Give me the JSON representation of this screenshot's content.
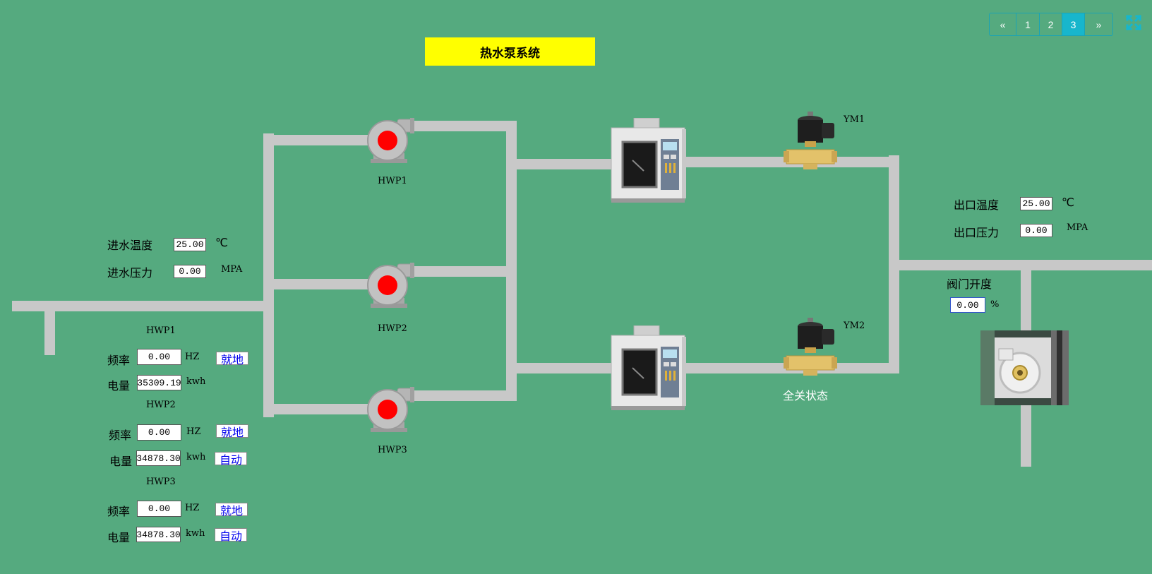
{
  "title": "热水泵系统",
  "pager": {
    "prev": "«",
    "pages": [
      "1",
      "2",
      "3"
    ],
    "active": "3",
    "next": "»"
  },
  "inlet": {
    "temp_label": "进水温度",
    "temp_value": "25.00",
    "temp_unit": "℃",
    "pressure_label": "进水压力",
    "pressure_value": "0.00",
    "pressure_unit": "MPA"
  },
  "outlet": {
    "temp_label": "出口温度",
    "temp_value": "25.00",
    "temp_unit": "℃",
    "pressure_label": "出口压力",
    "pressure_value": "0.00",
    "pressure_unit": "MPA"
  },
  "valve": {
    "label": "阀门开度",
    "value": "0.00",
    "unit": "%"
  },
  "pumps_diagram": [
    "HWP1",
    "HWP2",
    "HWP3"
  ],
  "solenoids": [
    "YM1",
    "YM2"
  ],
  "solenoid_status": "全关状态",
  "pump_panels": [
    {
      "name": "HWP1",
      "freq_label": "频率",
      "freq_value": "0.00",
      "freq_unit": "HZ",
      "freq_mode": "就地",
      "energy_label": "电量",
      "energy_value": "35309.19",
      "energy_unit": "kwh",
      "energy_mode": ""
    },
    {
      "name": "HWP2",
      "freq_label": "频率",
      "freq_value": "0.00",
      "freq_unit": "HZ",
      "freq_mode": "就地",
      "energy_label": "电量",
      "energy_value": "34878.30",
      "energy_unit": "kwh",
      "energy_mode": "自动"
    },
    {
      "name": "HWP3",
      "freq_label": "频率",
      "freq_value": "0.00",
      "freq_unit": "HZ",
      "freq_mode": "就地",
      "energy_label": "电量",
      "energy_value": "34878.30",
      "energy_unit": "kwh",
      "energy_mode": "自动"
    }
  ],
  "colors": {
    "background": "#55aa7f",
    "pipe": "#c8c8c8",
    "title_bg": "#ffff00",
    "pump_running": "#ff0000",
    "accent": "#17b6cc",
    "mode_text": "#0000ee"
  }
}
